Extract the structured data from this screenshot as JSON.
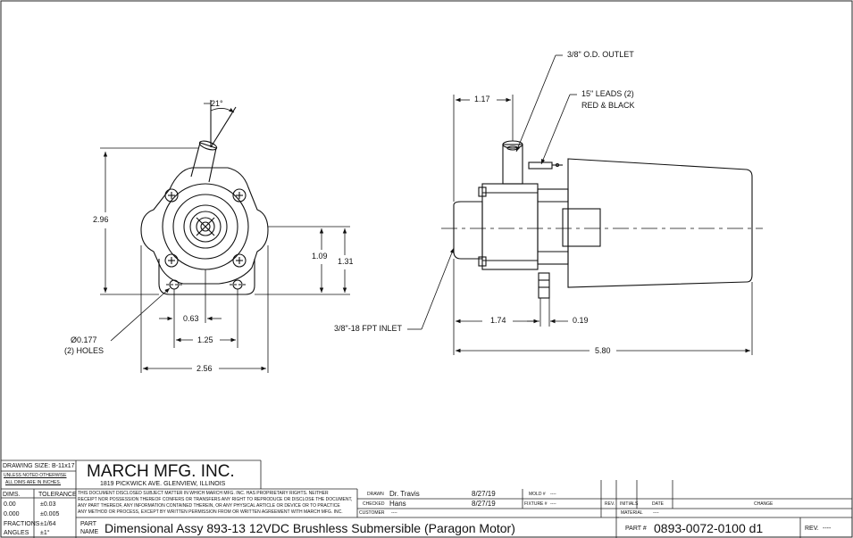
{
  "callouts": {
    "outlet": "3/8\" O.D. OUTLET",
    "leads_line1": "15\" LEADS (2)",
    "leads_line2": "RED & BLACK",
    "inlet": "3/8\"-18 FPT INLET",
    "holes_line1": "Ø0.177",
    "holes_line2": "(2) HOLES"
  },
  "dimensions": {
    "angle": "21°",
    "height_total": "2.96",
    "height_a": "1.09",
    "height_b": "1.31",
    "hole_center": "0.63",
    "hole_span": "1.25",
    "flange_width": "2.56",
    "outlet_offset": "1.17",
    "inlet_depth": "1.74",
    "lead_offset": "0.19",
    "overall_length": "5.80"
  },
  "title_block": {
    "drawing_size": "DRAWING SIZE: B-11x17",
    "unless_noted_1": "UNLESS NOTED OTHERWISE",
    "unless_noted_2": "ALL DIMS ARE IN INCHES.",
    "company": "MARCH MFG. INC.",
    "address": "1819 PICKWICK AVE. GLENVIEW, ILLINOIS",
    "dims_label": "DIMS.",
    "tolerance_label": "TOLERANCE",
    "tol_rows": [
      {
        "dim": "0.00",
        "tol": "±0.03"
      },
      {
        "dim": "0.000",
        "tol": "±0.005"
      },
      {
        "dim": "FRACTIONS",
        "tol": "±1/64"
      },
      {
        "dim": "ANGLES",
        "tol": "±1°"
      }
    ],
    "disclaimer_1": "THIS DOCUMENT DISCLOSED SUBJECT MATTER IN WHICH MARCH MFG. INC. HAS PROPRIETARY RIGHTS. NEITHER",
    "disclaimer_2": "RECEIPT NOR POSSESSION THEREOF CONFERS OR TRANSFERS ANY RIGHT TO REPRODUCE OR DISCLOSE THE DOCUMENT,",
    "disclaimer_3": "ANY PART THEREOF, ANY INFORMATION CONTAINED THEREIN, OR ANY PHYSICAL ARTICLE OR DEVICE OR TO PRACTICE",
    "disclaimer_4": "ANY METHOD OR PROCESS, EXCEPT BY WRITTEN PERMISSION FROM OR WRITTEN AGREEMENT WITH MARCH MFG. INC.",
    "drawn_label": "DRAWN",
    "drawn_by": "Dr. Travis",
    "drawn_date": "8/27/19",
    "checked_label": "CHECKED",
    "checked_by": "Hans",
    "checked_date": "8/27/19",
    "customer_label": "CUSTOMER",
    "customer_value": "----",
    "mold_label": "MOLD #",
    "mold_value": "----",
    "fixture_label": "FIXTURE #",
    "fixture_value": "----",
    "rev_col": "REV.",
    "initials_col": "INITIALS",
    "date_col": "DATE",
    "change_col": "CHANGE",
    "material_label": "MATERIAL",
    "material_value": "----",
    "part_label": "PART",
    "name_label": "NAME",
    "part_name": "Dimensional Assy 893-13 12VDC Brushless Submersible (Paragon Motor)",
    "part_no_label": "PART #",
    "part_no": "0893-0072-0100 d1",
    "rev_label": "REV.",
    "rev_value": "----"
  }
}
